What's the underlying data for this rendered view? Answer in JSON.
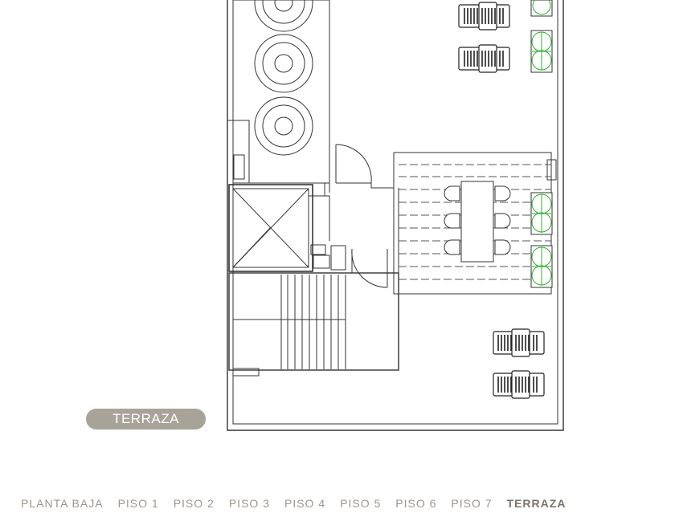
{
  "floor_badge": "TERRAZA",
  "floors": [
    {
      "label": "PLANTA BAJA",
      "active": false
    },
    {
      "label": "PISO 1",
      "active": false
    },
    {
      "label": "PISO 2",
      "active": false
    },
    {
      "label": "PISO 3",
      "active": false
    },
    {
      "label": "PISO 4",
      "active": false
    },
    {
      "label": "PISO 5",
      "active": false
    },
    {
      "label": "PISO 6",
      "active": false
    },
    {
      "label": "PISO 7",
      "active": false
    },
    {
      "label": "TERRAZA",
      "active": true
    }
  ],
  "colors": {
    "badge": "#a8a398",
    "nav_text": "#9c968a",
    "nav_active": "#7a7466",
    "line": "#333333",
    "plant": "#2bb02b"
  }
}
